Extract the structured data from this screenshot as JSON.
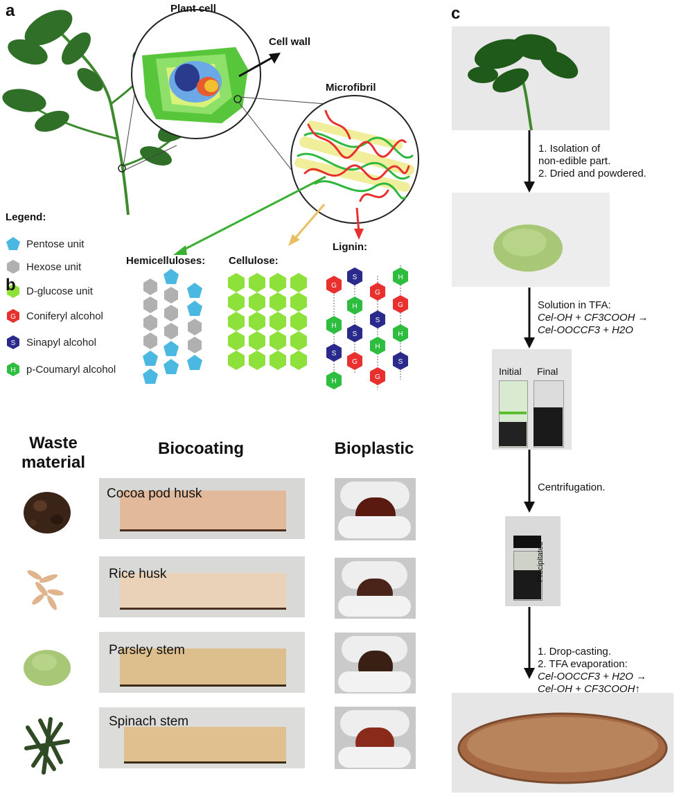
{
  "panels": {
    "a": "a",
    "b": "b",
    "c": "c"
  },
  "panel_a": {
    "plant_cell": "Plant cell",
    "cell_wall": "Cell wall",
    "microfibril": "Microfibril",
    "legend_title": "Legend:",
    "legend": [
      {
        "label": "Pentose unit",
        "shape": "pentagon",
        "color": "#4ab8e0"
      },
      {
        "label": "Hexose unit",
        "shape": "hexagon",
        "color": "#b0b0b0"
      },
      {
        "label": "D-glucose unit",
        "shape": "hexagon",
        "color": "#8ee03a"
      },
      {
        "label": "Coniferyl alcohol",
        "shape": "hexagon",
        "color": "#e8302e",
        "letter": "G"
      },
      {
        "label": "Sinapyl alcohol",
        "shape": "hexagon",
        "color": "#2a2a8c",
        "letter": "S"
      },
      {
        "label": "p-Coumaryl alcohol",
        "shape": "hexagon",
        "color": "#2ebd3e",
        "letter": "H"
      }
    ],
    "hemicelluloses": "Hemicelluloses:",
    "cellulose": "Cellulose:",
    "lignin": "Lignin:"
  },
  "panel_b": {
    "col_waste_1": "Waste",
    "col_waste_2": "material",
    "col_biocoating": "Biocoating",
    "col_bioplastic": "Bioplastic",
    "rows": [
      {
        "name": "Cocoa pod husk",
        "waste_color": "#3a2418"
      },
      {
        "name": "Rice husk",
        "waste_color": "#e0b48c"
      },
      {
        "name": "Parsley stem",
        "waste_color": "#a8c878"
      },
      {
        "name": "Spinach stem",
        "waste_color": "#2f4a24"
      }
    ]
  },
  "panel_c": {
    "step1_a": "1. Isolation of",
    "step1_b": "non-edible part.",
    "step1_c": "2. Dried and powdered.",
    "step2_a": "Solution in TFA:",
    "step2_b": "Cel-OH + CF3COOH →",
    "step2_c": "Cel-OOCCF3 + H2O",
    "vial_initial": "Initial",
    "vial_final": "Final",
    "step3": "Centrifugation.",
    "precipitated": "Precipitated",
    "step4_a": "1. Drop-casting.",
    "step4_b": "2. TFA evaporation:",
    "step4_c": "Cel-OOCCF3 + H2O →",
    "step4_d": "Cel-OH + CF3COOH↑"
  }
}
